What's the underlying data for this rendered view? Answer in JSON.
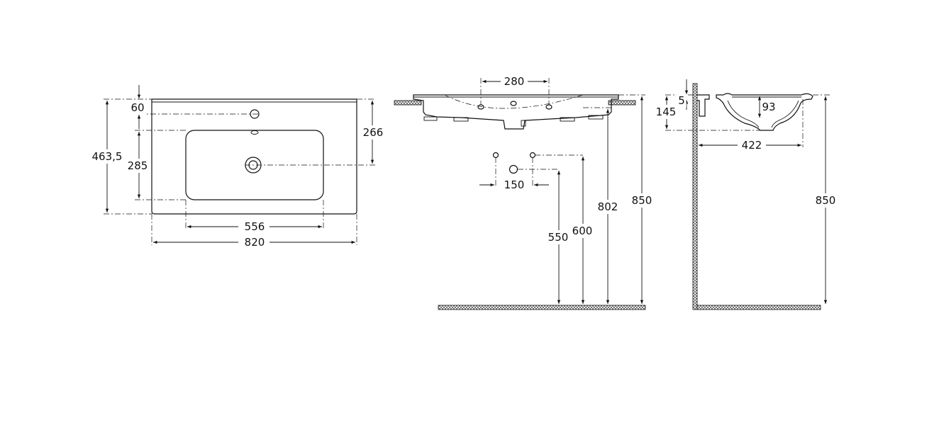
{
  "top_view": {
    "dims": {
      "overall_width": "820",
      "bowl_width": "556",
      "overall_depth": "463,5",
      "bowl_depth": "285",
      "tap_hole_offset": "60",
      "drain_offset": "266"
    }
  },
  "front_view": {
    "dims": {
      "tap_spacing_outer": "280",
      "tap_spacing_inner": "150",
      "height_550": "550",
      "height_600": "600",
      "height_802": "802",
      "height_850": "850"
    }
  },
  "side_view": {
    "dims": {
      "rim": "5",
      "total_height": "145",
      "bowl_depth": "93",
      "depth": "422",
      "height_850": "850"
    }
  }
}
